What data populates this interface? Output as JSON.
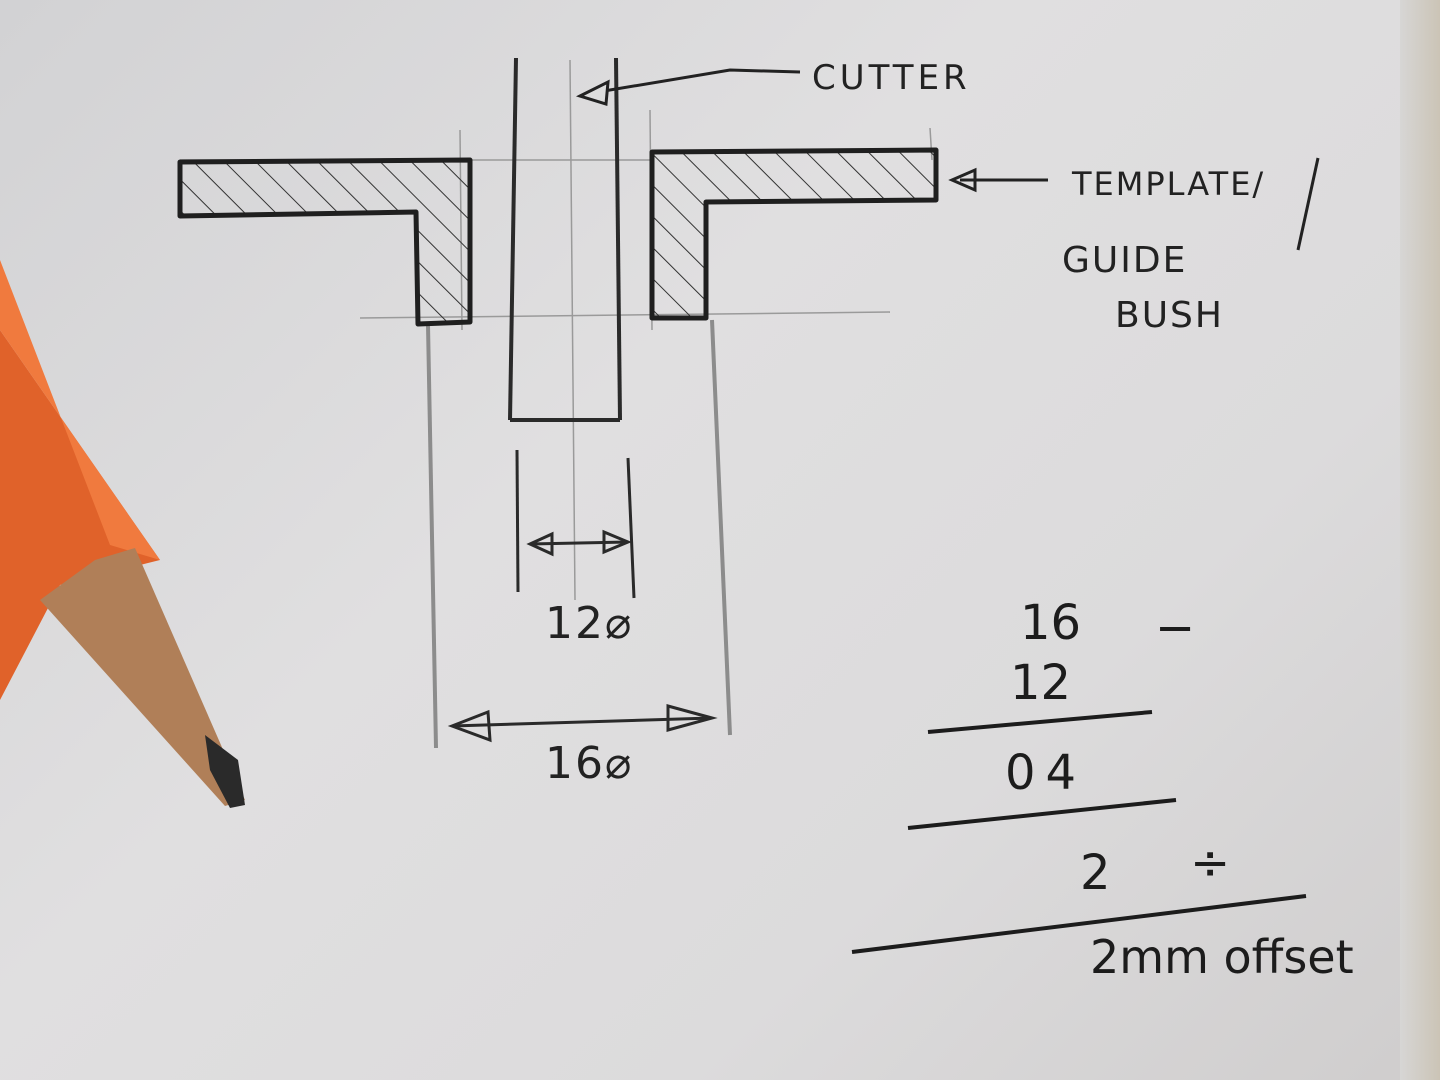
{
  "drawing": {
    "labels": {
      "cutter": "CUTTER",
      "template": "TEMPLATE/",
      "guide": "GUIDE",
      "bush": "BUSH"
    },
    "dimensions": {
      "cutter_diameter": "12⌀",
      "bush_diameter": "16⌀"
    },
    "calculation": {
      "line1": "16",
      "op1": "−",
      "line2": "12",
      "line3": "04",
      "line4": "2",
      "op2": "÷",
      "result": "2mm offset"
    }
  },
  "colors": {
    "paper": "#dedddd",
    "ink": "#222222",
    "pencil_body": "#e0622a",
    "pencil_wood": "#b07f58"
  }
}
